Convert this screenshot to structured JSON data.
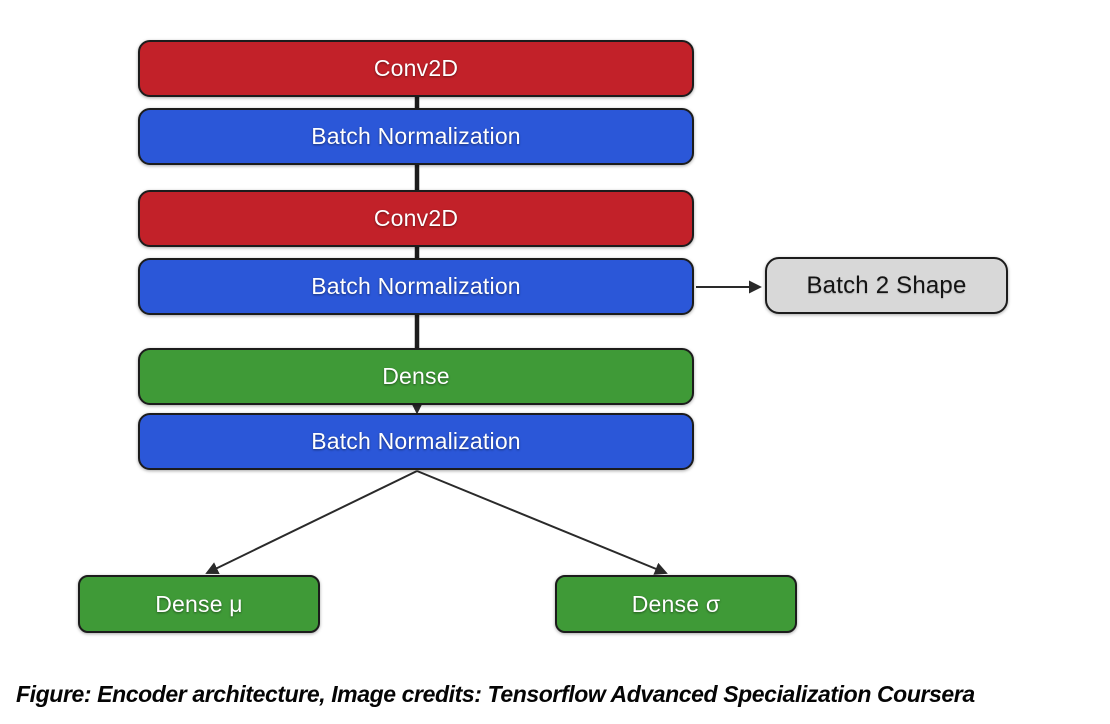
{
  "diagram": {
    "title": "Encoder architecture flowchart",
    "nodes": {
      "conv2d_1": {
        "label": "Conv2D",
        "color": "#c22129",
        "type": "conv-layer"
      },
      "bn_1": {
        "label": "Batch Normalization",
        "color": "#2b57d8",
        "type": "batchnorm-layer"
      },
      "conv2d_2": {
        "label": "Conv2D",
        "color": "#c22129",
        "type": "conv-layer"
      },
      "bn_2": {
        "label": "Batch Normalization",
        "color": "#2b57d8",
        "type": "batchnorm-layer"
      },
      "batch2shape": {
        "label": "Batch 2 Shape",
        "color": "#d8d8d8",
        "type": "annotation"
      },
      "dense": {
        "label": "Dense",
        "color": "#3f9a37",
        "type": "dense-layer"
      },
      "bn_3": {
        "label": "Batch Normalization",
        "color": "#2b57d8",
        "type": "batchnorm-layer"
      },
      "dense_mu": {
        "label": "Dense μ",
        "color": "#3f9a37",
        "type": "dense-layer"
      },
      "dense_sigma": {
        "label": "Dense σ",
        "color": "#3f9a37",
        "type": "dense-layer"
      }
    },
    "edges": [
      {
        "from": "conv2d_1",
        "to": "bn_1",
        "style": "thick-line"
      },
      {
        "from": "bn_1",
        "to": "conv2d_2",
        "style": "thick-line"
      },
      {
        "from": "conv2d_2",
        "to": "bn_2",
        "style": "thick-line"
      },
      {
        "from": "bn_2",
        "to": "batch2shape",
        "style": "thin-arrow"
      },
      {
        "from": "bn_2",
        "to": "dense",
        "style": "thick-line"
      },
      {
        "from": "dense",
        "to": "bn_3",
        "style": "thick-arrow"
      },
      {
        "from": "bn_3",
        "to": "dense_mu",
        "style": "thin-arrow"
      },
      {
        "from": "bn_3",
        "to": "dense_sigma",
        "style": "thin-arrow"
      }
    ],
    "colors": {
      "conv_red": "#c22129",
      "batchnorm_blue": "#2b57d8",
      "dense_green": "#3f9a37",
      "shape_gray": "#d8d8d8",
      "line_dark": "#2a2a2a",
      "background": "#ffffff"
    },
    "caption": "Figure: Encoder architecture, Image credits: Tensorflow Advanced Specialization Coursera"
  }
}
